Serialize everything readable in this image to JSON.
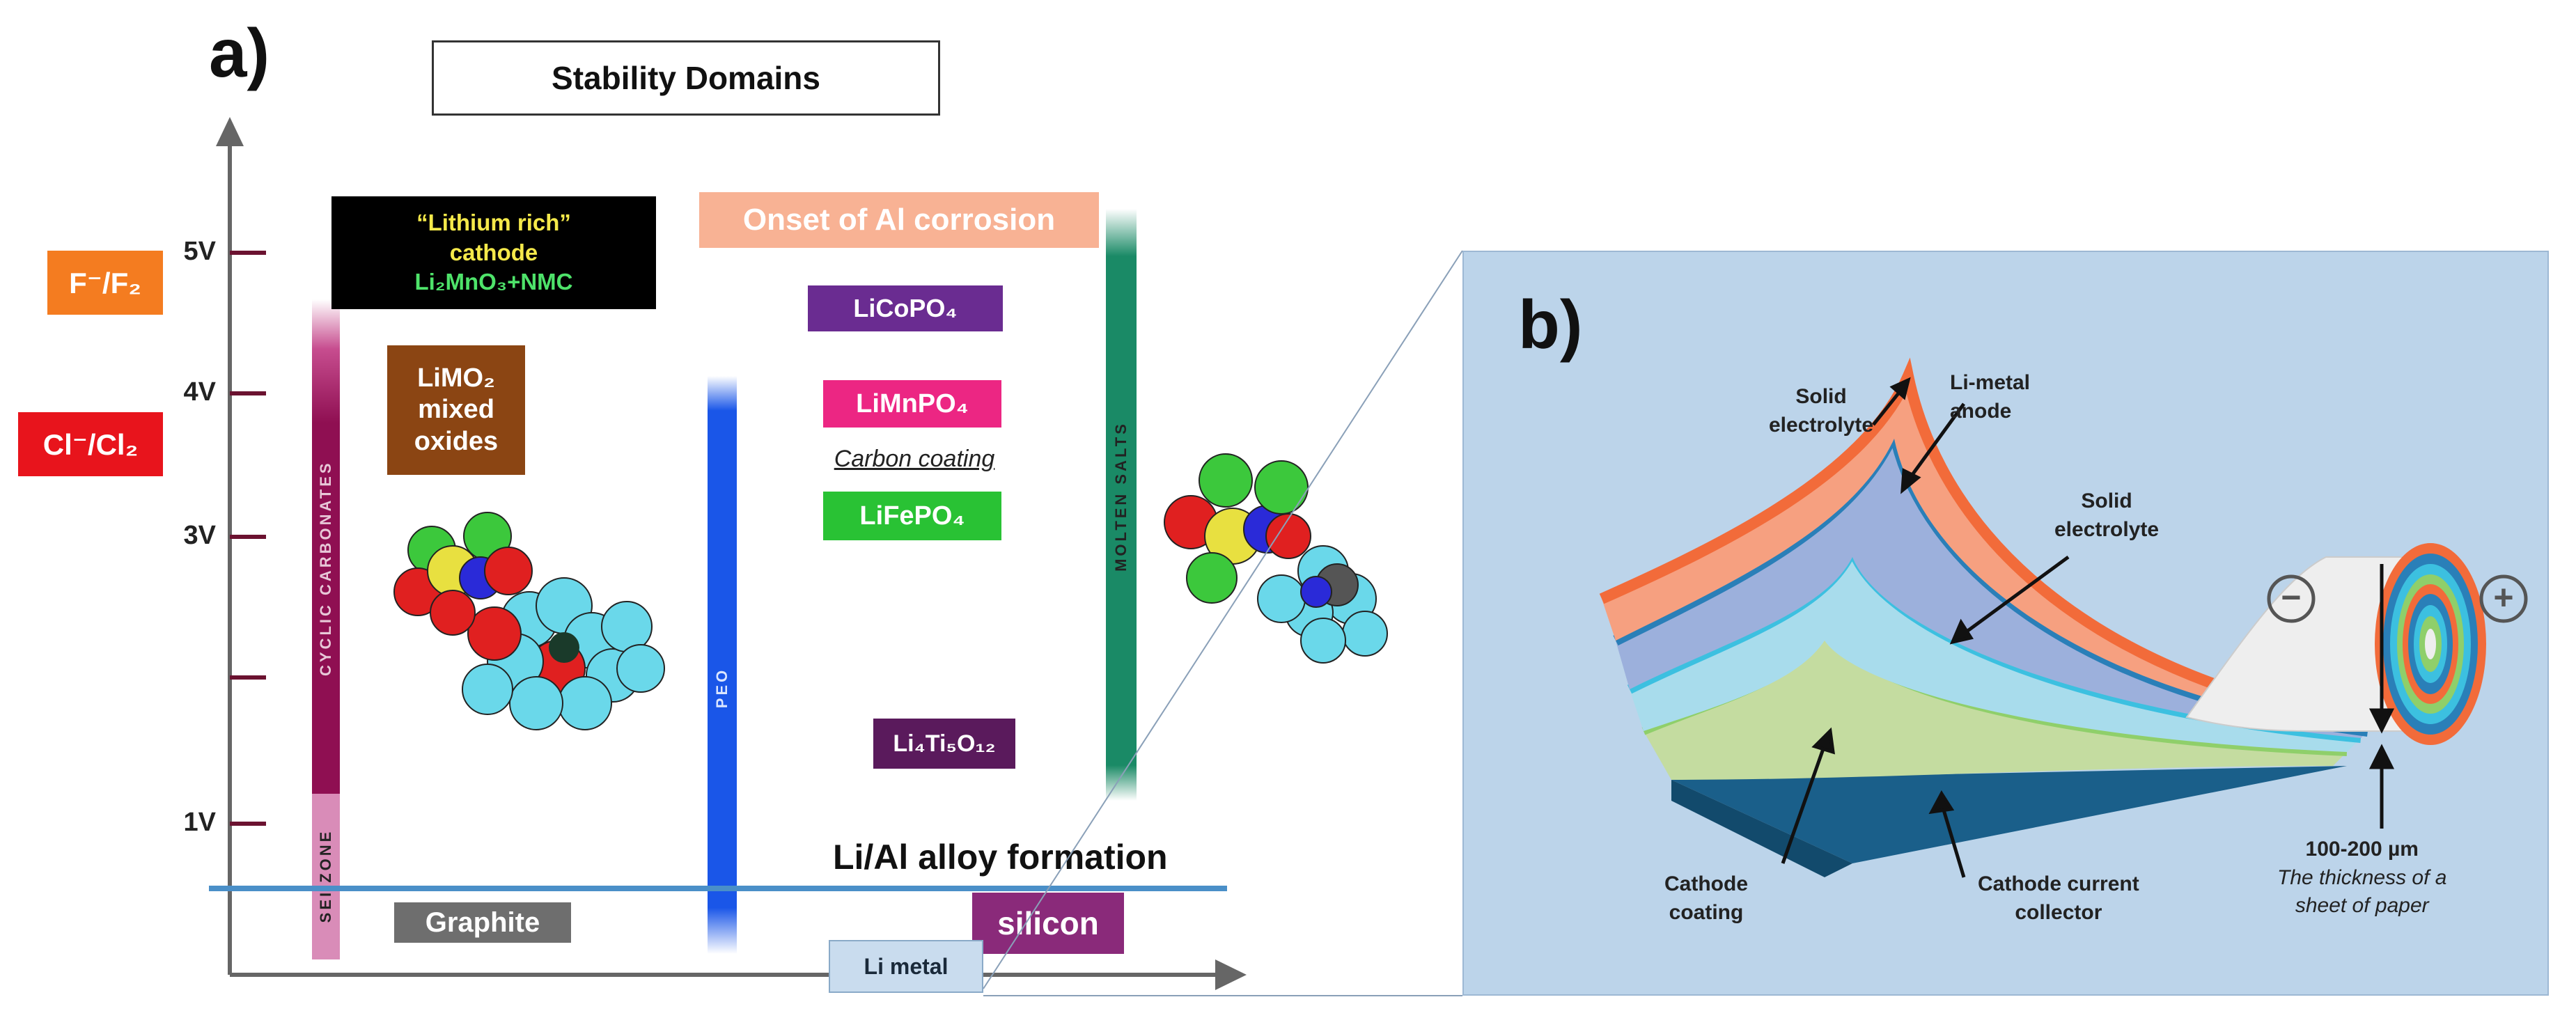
{
  "panel_a": {
    "label": "a)",
    "title": "Stability Domains",
    "voltage_ticks": [
      "5V",
      "4V",
      "3V",
      "1V"
    ],
    "ions": {
      "fluoride": "F⁻/F₂",
      "chloride": "Cl⁻/Cl₂"
    },
    "lithium_rich": {
      "line1": "“Lithium rich”",
      "line2": "cathode",
      "line3": "Li₂MnO₃+NMC"
    },
    "limo2": {
      "line1": "LiMO₂",
      "line2": "mixed",
      "line3": "oxides"
    },
    "onset_al_corrosion": "Onset of Al corrosion",
    "licopo4": "LiCoPO₄",
    "limnpo4": "LiMnPO₄",
    "carbon_coating": "Carbon coating",
    "lifepo4": "LiFePO₄",
    "li4ti5o12": "Li₄Ti₅O₁₂",
    "cyclic_carbonates": "CYCLIC CARBONATES",
    "sei_zone": "SEI ZONE",
    "peo": "PEO",
    "molten_salts": "MOLTEN SALTS",
    "li_al_alloy": "Li/Al alloy formation",
    "graphite": "Graphite",
    "silicon": "silicon",
    "li_metal": "Li metal",
    "colors": {
      "axis": "#666666",
      "tick": "#6b1230",
      "fluoride": "#f47c20",
      "chloride": "#e8141c",
      "carbonate_bar": "#8f0f52",
      "sei_bar": "#d98cb8",
      "peo_bar": "#1a56e8",
      "molten_bar": "#1a8a66",
      "alloy_line": "#4a8fc8",
      "limo2": "#8b4513",
      "al_corrosion": "#f8b294",
      "licopo4": "#6a2c91",
      "limnpo4": "#ec2683",
      "lifepo4": "#29c234",
      "li4ti5o12": "#5a1a5c",
      "graphite": "#6e6e6e",
      "silicon": "#8a2a7a",
      "li_metal": "#c9dcee"
    }
  },
  "panel_b": {
    "label": "b)",
    "solid_electrolyte_1": [
      "Solid",
      "electrolyte"
    ],
    "li_metal_anode": [
      "Li-metal",
      "anode"
    ],
    "solid_electrolyte_2": [
      "Solid",
      "electrolyte"
    ],
    "cathode_coating": [
      "Cathode",
      "coating"
    ],
    "cathode_current_collector": [
      "Cathode current",
      "collector"
    ],
    "thickness": "100-200 µm",
    "thickness_note": [
      "The thickness of a",
      "sheet of paper"
    ],
    "minus": "−",
    "plus": "+",
    "colors": {
      "background": "#bcd4ea",
      "solid_electrolyte": "#f26b3a",
      "anode": "#2a7fb8",
      "electrolyte2": "#3cc0e0",
      "cathode_coating": "#8fcf6a",
      "collector": "#1a5f8a"
    }
  }
}
